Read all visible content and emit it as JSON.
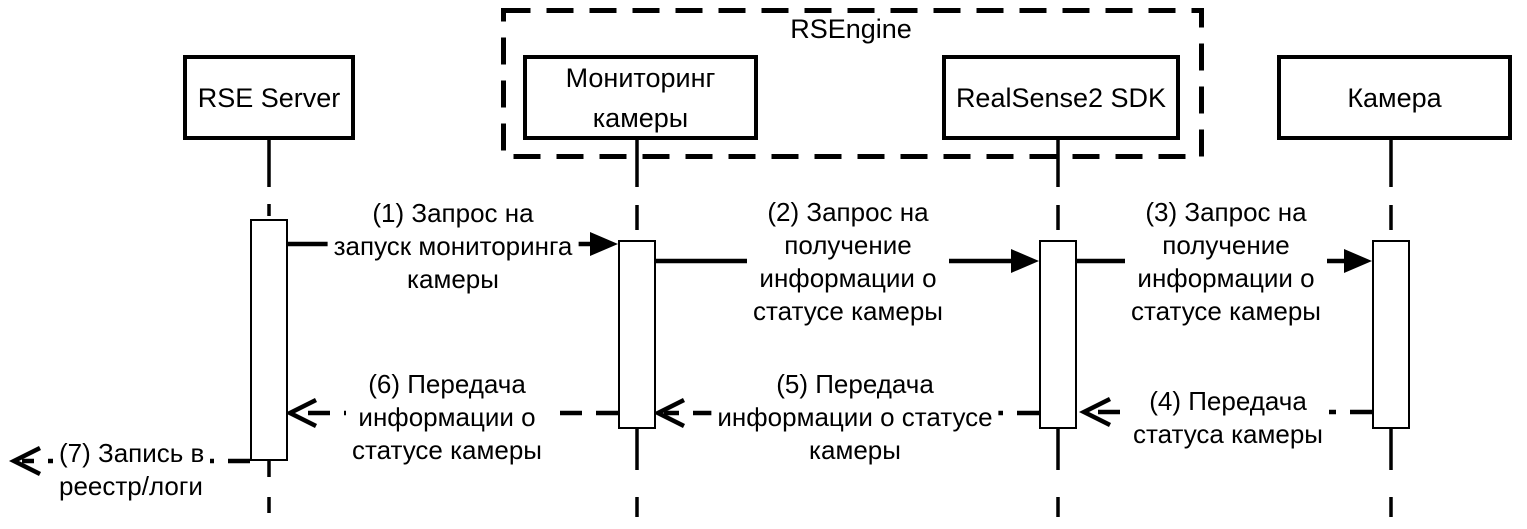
{
  "colors": {
    "background": "#ffffff",
    "line": "#000000",
    "text": "#000000"
  },
  "frame": {
    "label": "RSEngine"
  },
  "actors": [
    {
      "label": "RSE Server"
    },
    {
      "label": "Мониторинг\nкамеры"
    },
    {
      "label": "RealSense2 SDK"
    },
    {
      "label": "Камера"
    }
  ],
  "messages": [
    {
      "label": "(1) Запрос на\nзапуск мониторинга\nкамеры",
      "from": "RSE Server",
      "to": "Мониторинг камеры",
      "line": "solid",
      "direction": "right"
    },
    {
      "label": "(2) Запрос на\nполучение\nинформации о\nстатусе камеры",
      "from": "Мониторинг камеры",
      "to": "RealSense2 SDK",
      "line": "solid",
      "direction": "right"
    },
    {
      "label": "(3) Запрос на\nполучение\nинформации о\nстатусе камеры",
      "from": "RealSense2 SDK",
      "to": "Камера",
      "line": "solid",
      "direction": "right"
    },
    {
      "label": "(4) Передача\nстатуса камеры",
      "from": "Камера",
      "to": "RealSense2 SDK",
      "line": "dashed",
      "direction": "left"
    },
    {
      "label": "(5) Передача\nинформации о статусе\nкамеры",
      "from": "RealSense2 SDK",
      "to": "Мониторинг камеры",
      "line": "dashed",
      "direction": "left"
    },
    {
      "label": "(6) Передача\nинформации о\nстатусе камеры",
      "from": "Мониторинг камеры",
      "to": "RSE Server",
      "line": "dashed",
      "direction": "left"
    },
    {
      "label": "(7) Запись в\nреестр/логи",
      "from": "RSE Server",
      "line": "dashed",
      "direction": "left"
    }
  ]
}
